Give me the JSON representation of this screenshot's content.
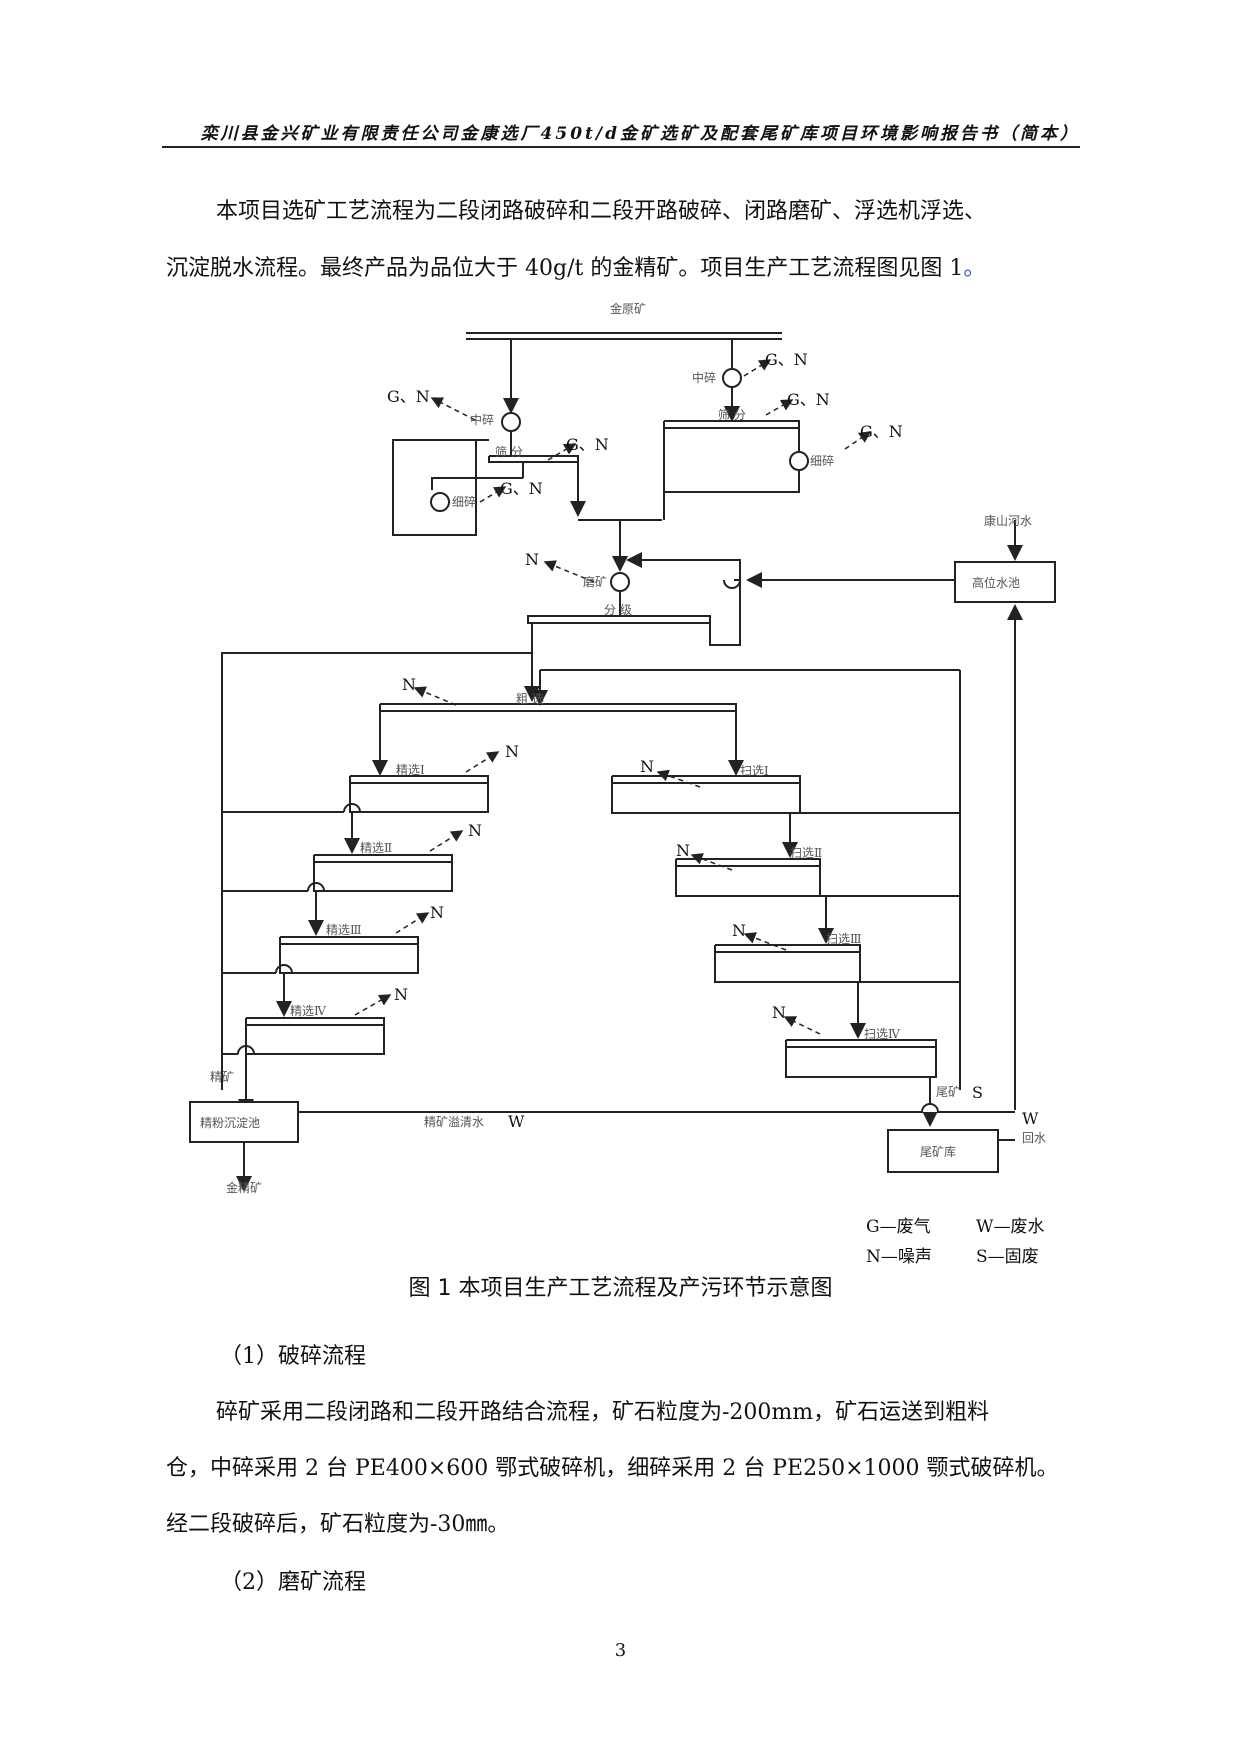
{
  "header": "栾川县金兴矿业有限责任公司金康选厂450t/d金矿选矿及配套尾矿库项目环境影响报告书（简本）",
  "intro": {
    "line1": "本项目选矿工艺流程为二段闭路破碎和二段开路破碎、闭路磨矿、浮选机浮选、",
    "line2a": "沉淀脱水流程。最终产品为品位大于 40g/t 的金精矿。项目生产工艺流程图见图 ",
    "line2b": "1",
    "line2c": "。"
  },
  "figure": {
    "raw_ore": "金原矿",
    "mid_crush": "中碎",
    "screen": "筛 分",
    "fine_crush": "细碎",
    "mill": "磨矿",
    "classify": "分 级",
    "rough": "粗 选",
    "clean1": "精选Ⅰ",
    "clean2": "精选Ⅱ",
    "clean3": "精选Ⅲ",
    "clean4": "精选Ⅳ",
    "scav1": "扫选Ⅰ",
    "scav2": "扫选Ⅱ",
    "scav3": "扫选Ⅲ",
    "scav4": "扫选Ⅳ",
    "river_water": "康山河水",
    "high_pool": "高位水池",
    "concentrate": "精矿",
    "settling": "精粉沉淀池",
    "overflow_water": "精矿溢清水",
    "tailings": "尾矿",
    "tailings_pond": "尾矿库",
    "return_water": "回水",
    "gold_conc": "金精矿",
    "gn": "G、N",
    "n": "N",
    "w": "W",
    "s": "S"
  },
  "legend": {
    "g": "G—废气",
    "w": "W—废水",
    "n": "N—噪声",
    "s": "S—固废"
  },
  "caption": "图 1   本项目生产工艺流程及产污环节示意图",
  "section1": {
    "title": "（1）破碎流程",
    "line1": "碎矿采用二段闭路和二段开路结合流程，矿石粒度为-200mm，矿石运送到粗料",
    "line2": "仓，中碎采用 2 台 PE400×600 鄂式破碎机，细碎采用 2 台 PE250×1000 颚式破碎机。",
    "line3": "经二段破碎后，矿石粒度为-30㎜。"
  },
  "section2": {
    "title": "（2）磨矿流程"
  },
  "page_number": "3"
}
